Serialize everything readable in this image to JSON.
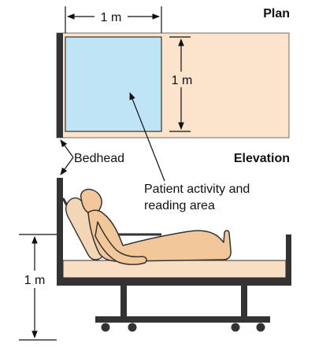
{
  "plan": {
    "title": "Plan",
    "width_label": "1 m",
    "depth_label": "1 m"
  },
  "elevation": {
    "title": "Elevation",
    "height_label": "1 m"
  },
  "labels": {
    "bedhead": "Bedhead",
    "activity_area_line1": "Patient activity and",
    "activity_area_line2": "reading area"
  },
  "colors": {
    "room_fill": "#fbe3cc",
    "activity_area_fill": "#bfe4f6",
    "wall": "#333333",
    "skin": "#f2c89a",
    "mattress": "#f8dfc4"
  }
}
